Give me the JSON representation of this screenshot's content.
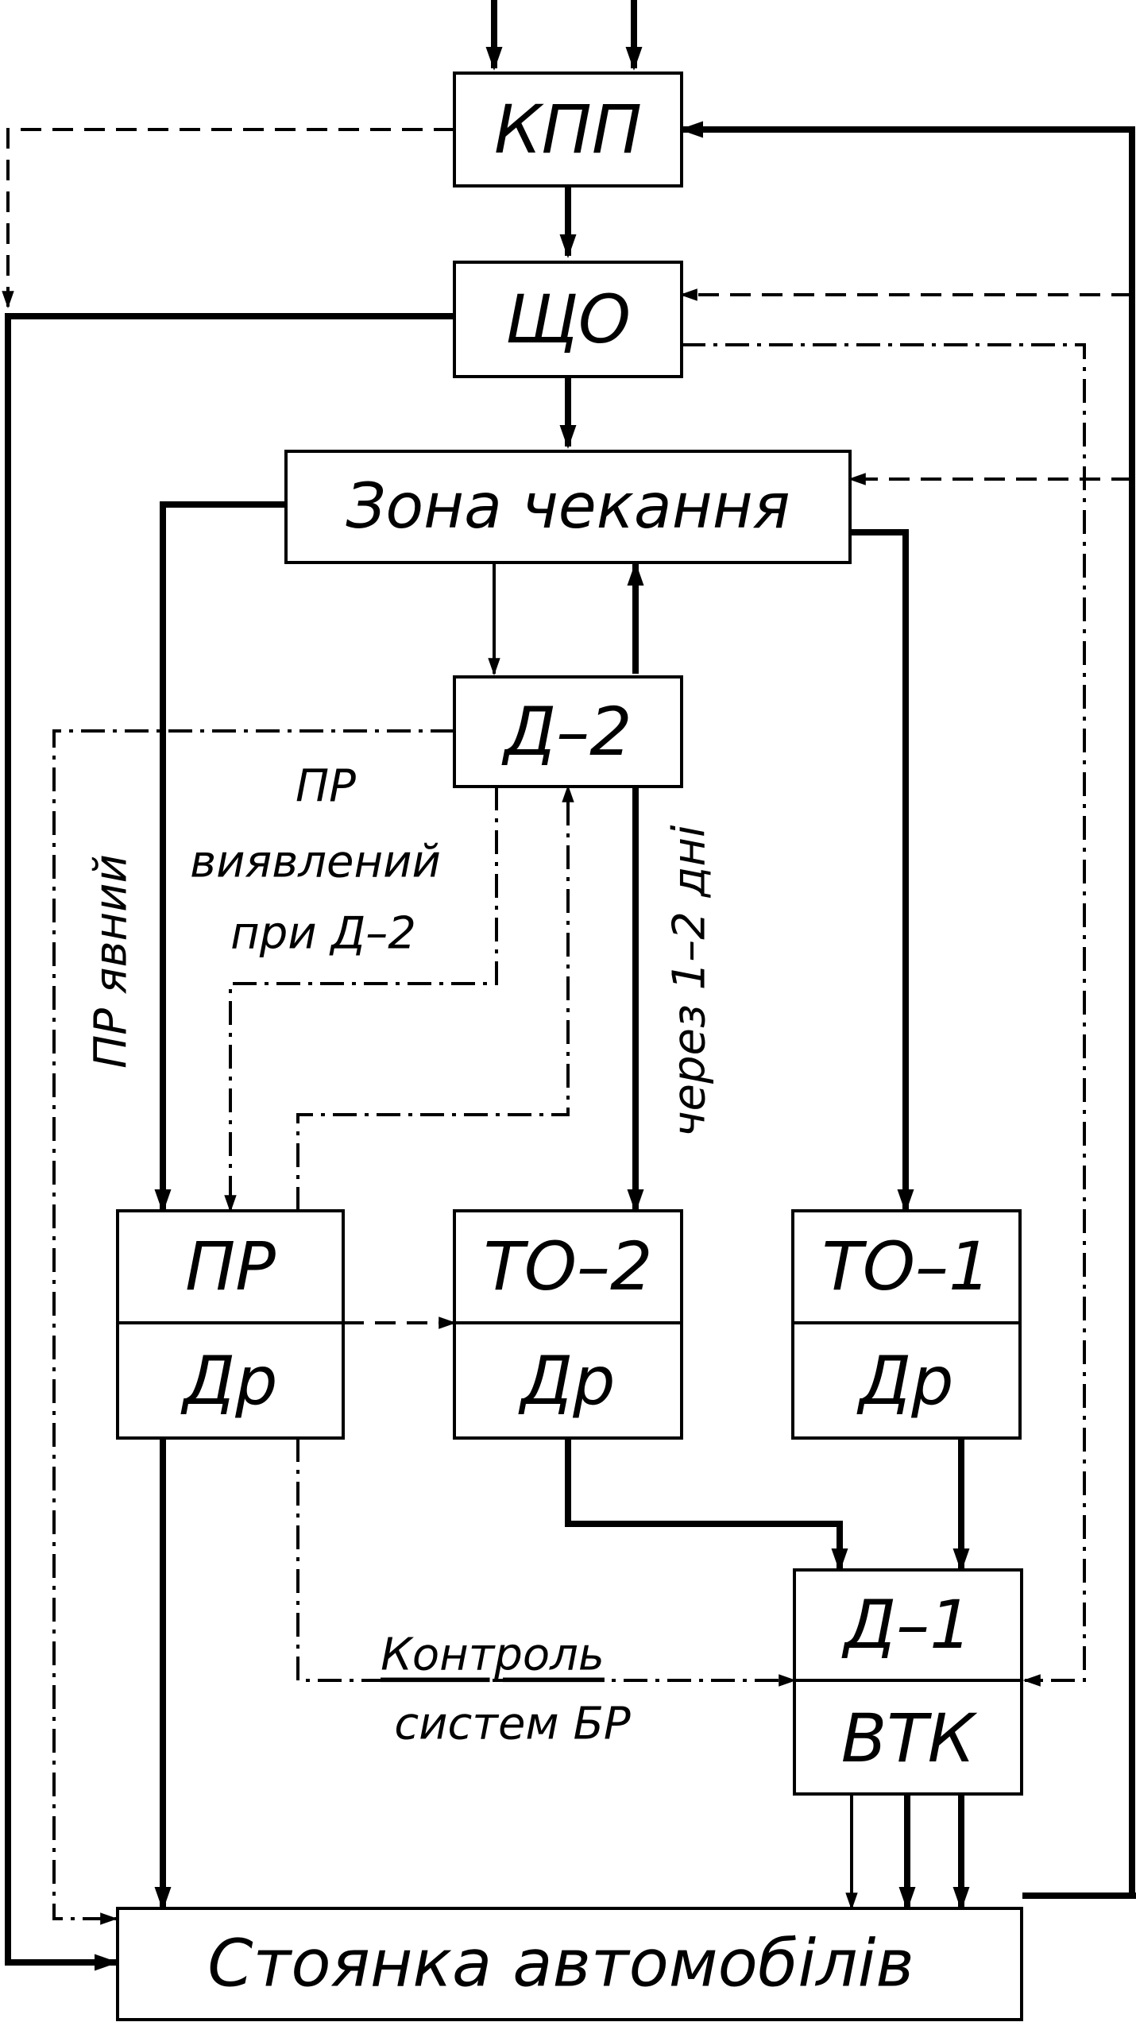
{
  "blocks": {
    "kpp": "КПП",
    "shcho": "ЩО",
    "zona": "Зона чекання",
    "d2": "Д–2",
    "pr": "ПР",
    "pr_dr": "Др",
    "to2": "ТО–2",
    "to2_dr": "Др",
    "to1": "ТО–1",
    "to1_dr": "Др",
    "d1": "Д–1",
    "vtk": "ВТК",
    "stoyanka": "Стоянка автомобілів"
  },
  "notes": {
    "pr_yavnyi": "ПР явний",
    "pr_vyyavl_1": "ПР",
    "pr_vyyavl_2": "виявлений",
    "pr_vyyavl_3": "при Д–2",
    "cherez": "через 1–2 дні",
    "kontrol_1": "Контроль",
    "kontrol_2": "систем БР"
  }
}
